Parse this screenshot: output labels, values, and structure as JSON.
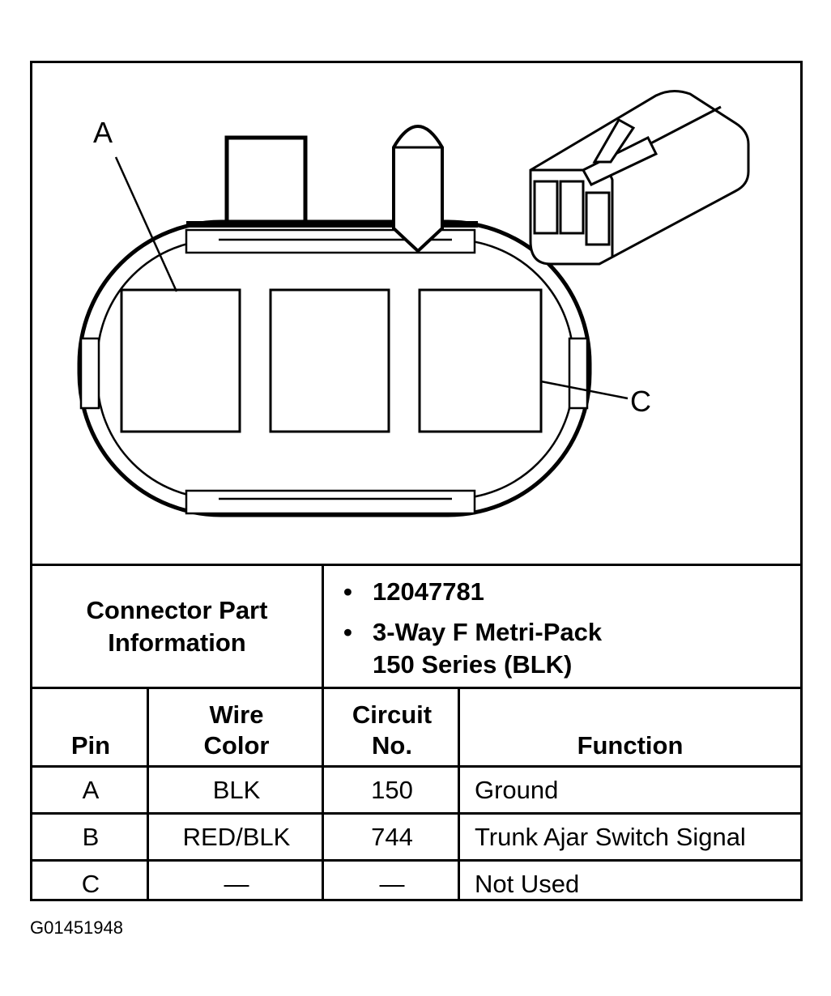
{
  "diagram": {
    "callouts": {
      "pin_a": "A",
      "pin_c": "C"
    }
  },
  "part_info": {
    "label_line1": "Connector Part",
    "label_line2": "Information",
    "part_number": "12047781",
    "description_line1": "3-Way F Metri-Pack",
    "description_line2": "150 Series (BLK)"
  },
  "pin_table": {
    "headers": {
      "pin": "Pin",
      "wire_color_line1": "Wire",
      "wire_color_line2": "Color",
      "circuit_line1": "Circuit",
      "circuit_line2": "No.",
      "function": "Function"
    },
    "rows": [
      {
        "pin": "A",
        "wire_color": "BLK",
        "circuit": "150",
        "function": "Ground"
      },
      {
        "pin": "B",
        "wire_color": "RED/BLK",
        "circuit": "744",
        "function": "Trunk Ajar Switch Signal"
      },
      {
        "pin": "C",
        "wire_color": "—",
        "circuit": "—",
        "function": "Not Used"
      }
    ]
  },
  "figure_id": "G01451948"
}
